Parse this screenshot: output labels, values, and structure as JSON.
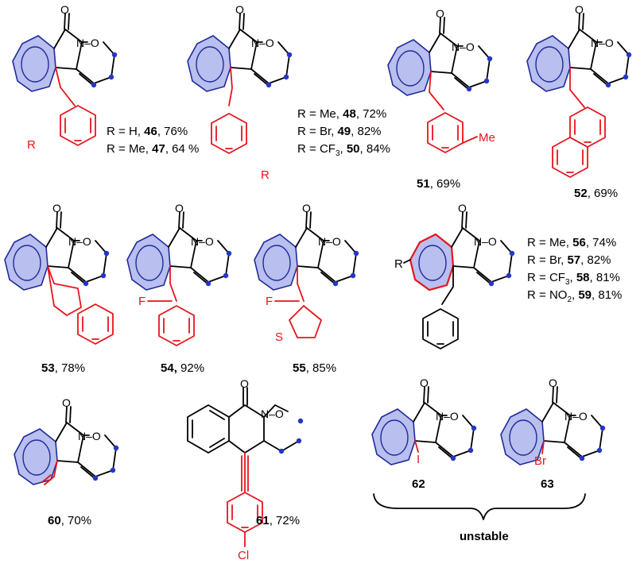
{
  "atoms": {
    "O": "O",
    "N": "N",
    "NO": "N–O",
    "R": "R",
    "Me": "Me",
    "F": "F",
    "S": "S",
    "Cl": "Cl",
    "I": "I",
    "Br": "Br"
  },
  "compounds": [
    {
      "id": "46",
      "R": "H",
      "yield": "76%"
    },
    {
      "id": "47",
      "R": "Me",
      "yield": "64 %"
    },
    {
      "id": "48",
      "R": "Me",
      "yield": "72%"
    },
    {
      "id": "49",
      "R": "Br",
      "yield": "82%"
    },
    {
      "id": "50",
      "R": "CF3",
      "yield": "84%"
    },
    {
      "id": "51",
      "yield": "69%"
    },
    {
      "id": "52",
      "yield": "69%"
    },
    {
      "id": "53",
      "yield": "78%"
    },
    {
      "id": "54",
      "yield": "92%"
    },
    {
      "id": "55",
      "yield": "85%"
    },
    {
      "id": "56",
      "R": "Me",
      "yield": "74%"
    },
    {
      "id": "57",
      "R": "Br",
      "yield": "82%"
    },
    {
      "id": "58",
      "R": "CF3",
      "yield": "81%"
    },
    {
      "id": "59",
      "R": "NO2",
      "yield": "81%"
    },
    {
      "id": "60",
      "yield": "70%"
    },
    {
      "id": "61",
      "yield": "72%"
    },
    {
      "id": "62"
    },
    {
      "id": "63"
    }
  ],
  "text": {
    "r_eq": "R = ",
    "comma": ", ",
    "comma_bold": ",",
    "sub3": "3",
    "sub2": "2",
    "CF": "CF",
    "NO": "NO",
    "unstable": "unstable"
  },
  "colors": {
    "substituent": "#e8141b",
    "ring_fill": "#b9bfee",
    "ring_stroke": "#1f2a9a",
    "dot": "#2536c8"
  }
}
